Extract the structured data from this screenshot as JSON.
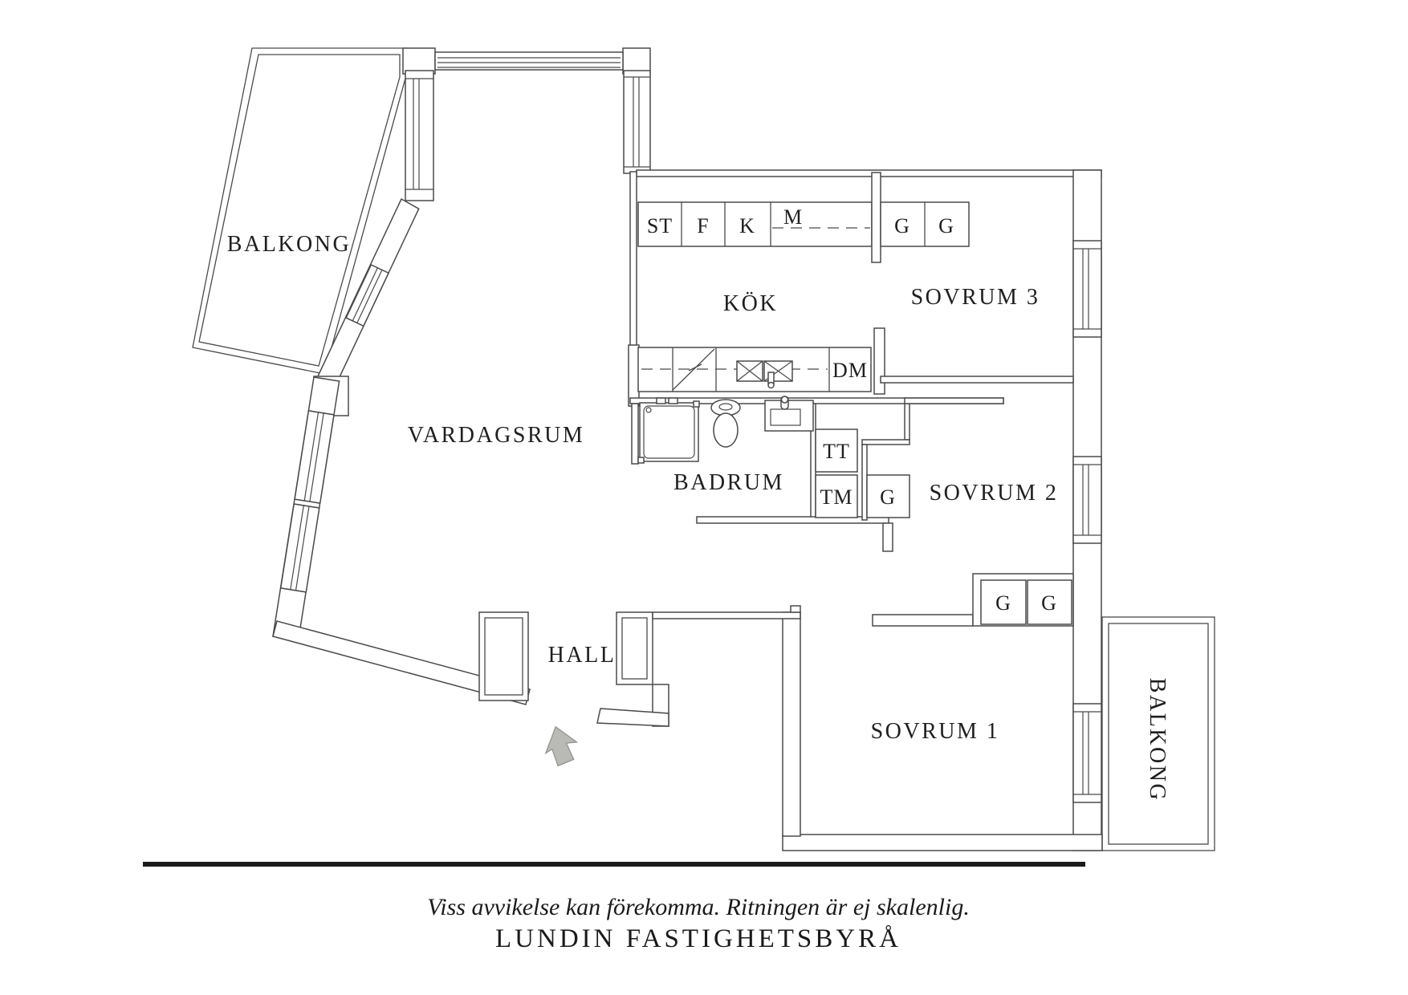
{
  "rooms": {
    "balkong_left": "BALKONG",
    "vardagsrum": "VARDAGSRUM",
    "kok": "KÖK",
    "sovrum3": "SOVRUM 3",
    "sovrum2": "SOVRUM 2",
    "sovrum1": "SOVRUM 1",
    "badrum": "BADRUM",
    "hall": "HALL",
    "balkong_right": "BALKONG"
  },
  "cabinets": {
    "st": "ST",
    "f": "F",
    "k": "K",
    "m": "M",
    "g_kok_1": "G",
    "g_kok_2": "G",
    "dm": "DM",
    "tt": "TT",
    "tm": "TM",
    "g_sovrum2": "G",
    "g_sovrum1_1": "G",
    "g_sovrum1_2": "G"
  },
  "footer": {
    "disclaimer": "Viss avvikelse kan förekomma. Ritningen är ej skalenlig.",
    "brand": "LUNDIN FASTIGHETSBYRÅ"
  },
  "icons": {
    "entry_arrow": "entry-direction-arrow"
  },
  "colors": {
    "wall": "#4a4a4a",
    "text": "#1f1f1f",
    "arrow_fill": "#b9b9b5",
    "arrow_stroke": "#8f8f8c",
    "footer_line": "#1b1b1b"
  }
}
